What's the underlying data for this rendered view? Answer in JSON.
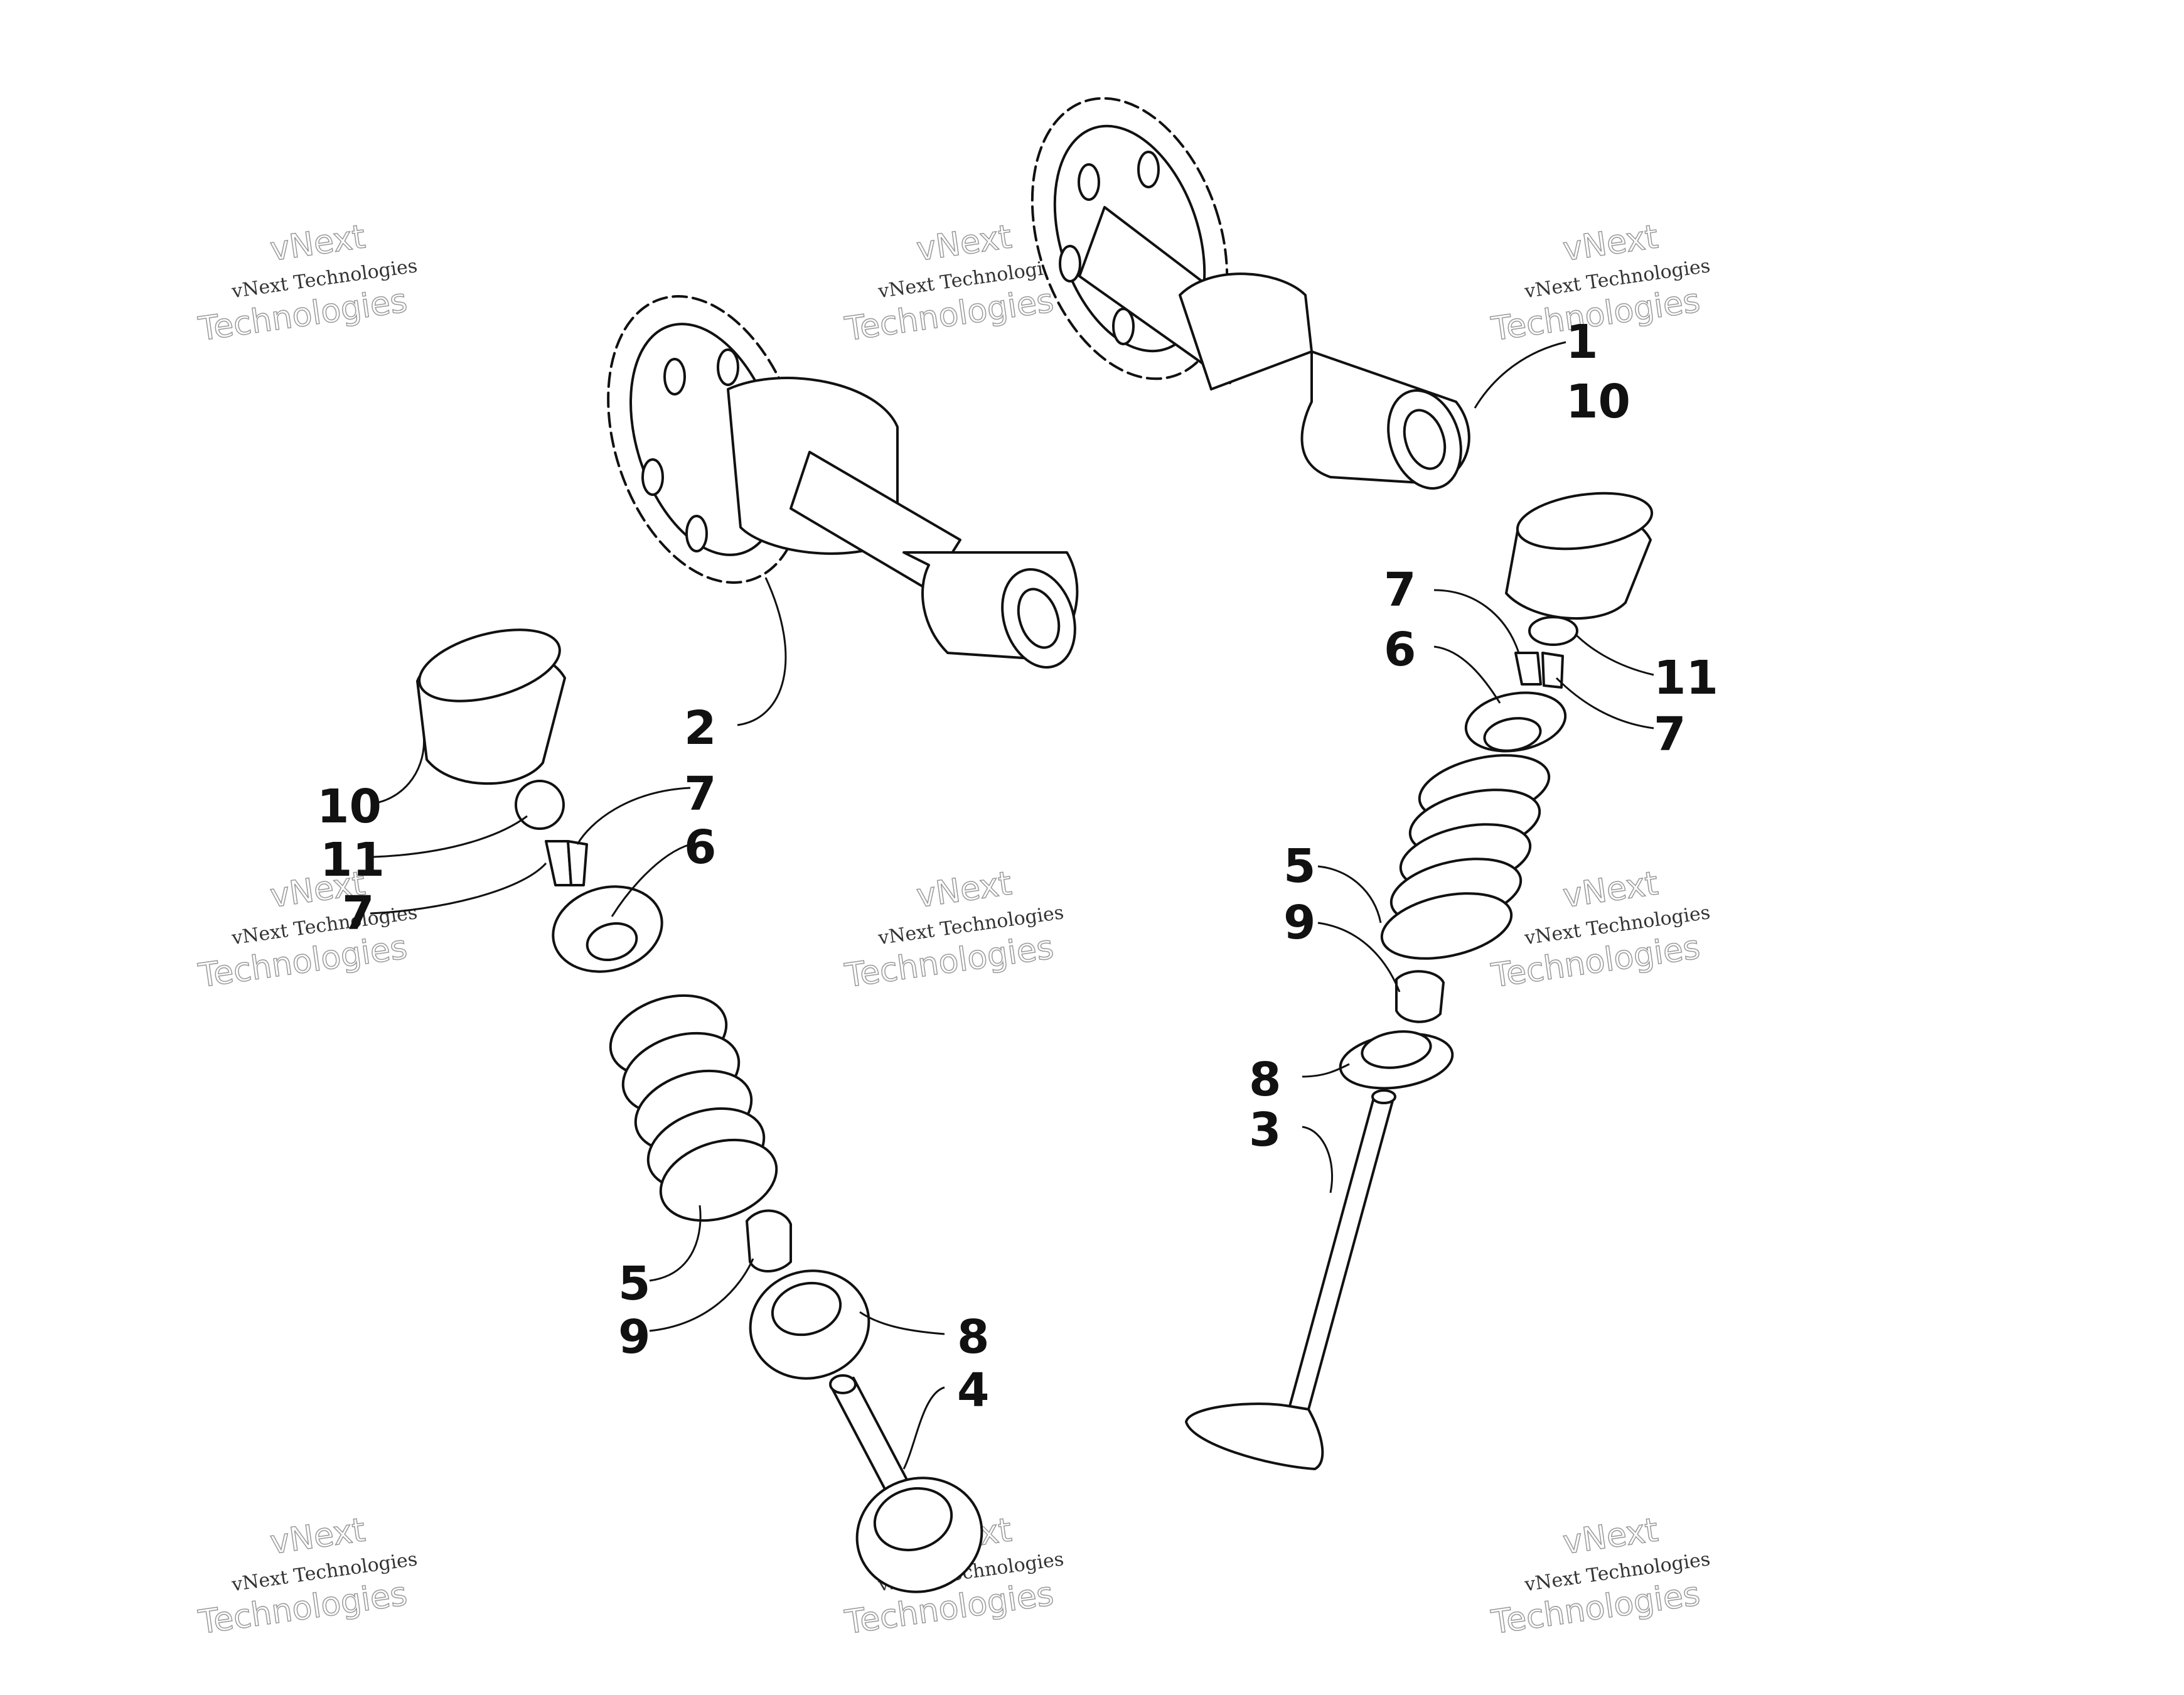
{
  "diagram": {
    "callouts": {
      "c1": "1",
      "c2": "2",
      "c3": "3",
      "c4": "4",
      "c5": "5",
      "c6": "6",
      "c7": "7",
      "c8": "8",
      "c9": "9",
      "c10": "10",
      "c11": "11"
    }
  },
  "watermark": {
    "line1": "vNext",
    "line2": "vNext Technologies",
    "line3": "Technologies"
  },
  "colors": {
    "ink": "#111111",
    "background": "#ffffff",
    "watermark": "#999999"
  }
}
